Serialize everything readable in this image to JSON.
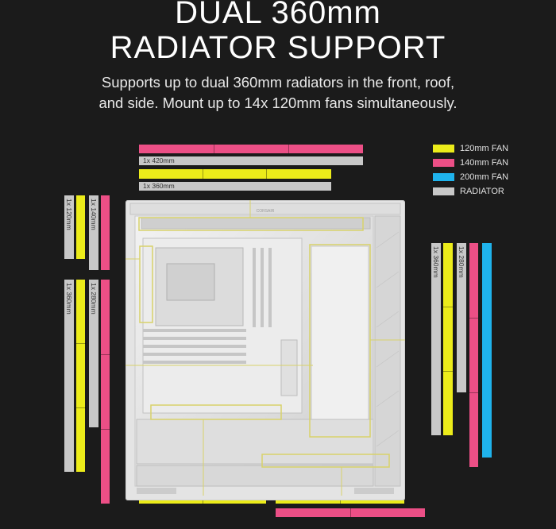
{
  "header": {
    "title_line1": "DUAL 360mm",
    "title_line2": "RADIATOR SUPPORT",
    "subtitle_line1": "Supports up to dual 360mm radiators in the front, roof,",
    "subtitle_line2": "and side. Mount up to 14x 120mm fans simultaneously."
  },
  "legend": [
    {
      "label": "120mm FAN",
      "color": "#ecec1a"
    },
    {
      "label": "140mm FAN",
      "color": "#ec4f86"
    },
    {
      "label": "200mm FAN",
      "color": "#1fb3ec"
    },
    {
      "label": "RADIATOR",
      "color": "#c8c8c8"
    }
  ],
  "radiator_labels": {
    "top_420": "1x 420mm",
    "top_360": "1x 360mm",
    "left_120": "1x 120mm",
    "left_140": "1x 140mm",
    "left_360": "1x 360mm",
    "left_280": "1x 280mm",
    "right_360": "1x 360mm",
    "right_280": "1x 280mm"
  },
  "case": {
    "brand": "CORSAIR",
    "body_color": "#e6e6e6",
    "outline_color": "#d8d26a"
  }
}
